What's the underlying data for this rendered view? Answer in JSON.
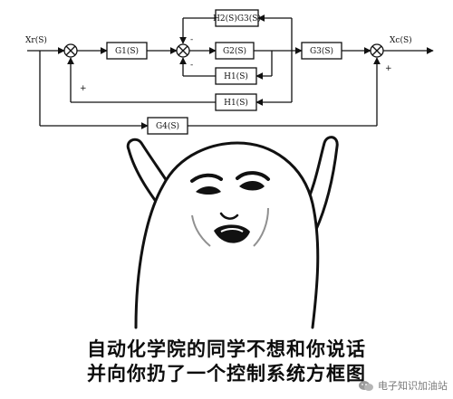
{
  "diagram": {
    "input_signal": "Xr(S)",
    "output_signal": "Xc(S)",
    "blocks": {
      "g1": "G1(S)",
      "h2g3": "H2(S)G3(S)",
      "g2": "G2(S)",
      "h1_inner": "H1(S)",
      "g3": "G3(S)",
      "h1_outer": "H1(S)",
      "g4": "G4(S)"
    },
    "signs": {
      "inner_minus_top": "-",
      "inner_minus_bottom": "-",
      "left_plus": "+",
      "right_plus": "+"
    }
  },
  "caption": {
    "line1": "自动化学院的同学不想和你说话",
    "line2": "并向你扔了一个控制系统方框图"
  },
  "watermark": {
    "text": "电子知识加油站",
    "icon": "wechat-icon"
  }
}
